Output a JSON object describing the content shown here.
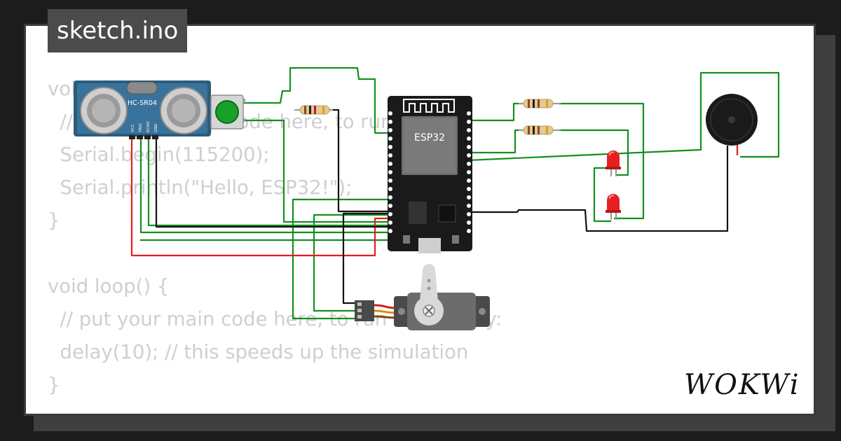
{
  "title": "sketch.ino",
  "code_lines": [
    "void setup() {",
    "  // put your setup code here, to run once:",
    "  Serial.begin(115200);",
    "  Serial.println(\"Hello, ESP32!\");",
    "}",
    "",
    "void loop() {",
    "  // put your main code here, to run repeatedly:",
    "  delay(10); // this speeds up the simulation",
    "}"
  ],
  "components": {
    "ultrasonic_label": "HC-SR04",
    "ultrasonic_pins": [
      "VCC",
      "TRIG",
      "ECHO",
      "GND"
    ],
    "mcu_label": "ESP32"
  },
  "logo": "WOKWi",
  "colors": {
    "wire_green": "#14901f",
    "wire_red": "#e61c1c",
    "wire_black": "#111111",
    "board": "#1a1a1a",
    "button": "#18a02a",
    "led": "#e62020",
    "servo_horn": "#d9d9d9"
  }
}
